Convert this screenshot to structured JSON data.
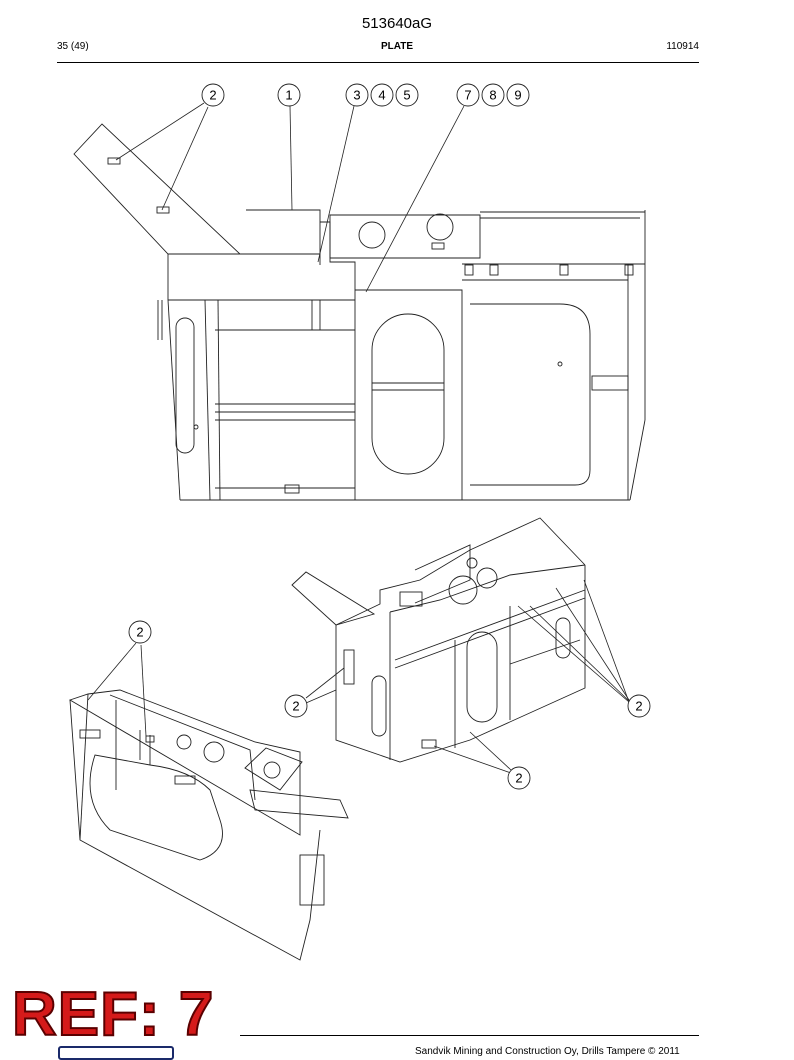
{
  "document": {
    "part_number": "513640aG",
    "page": "35 (49)",
    "section": "PLATE",
    "date_code": "110914"
  },
  "callouts": [
    "2",
    "1",
    "3",
    "4",
    "5",
    "7",
    "8",
    "9",
    "2",
    "2",
    "2",
    "2"
  ],
  "footer": {
    "copyright": "Sandvik Mining and Construction Oy, Drills Tampere © 2011"
  },
  "stamp": {
    "text": "REF: 7",
    "color": "#d51a1a"
  }
}
